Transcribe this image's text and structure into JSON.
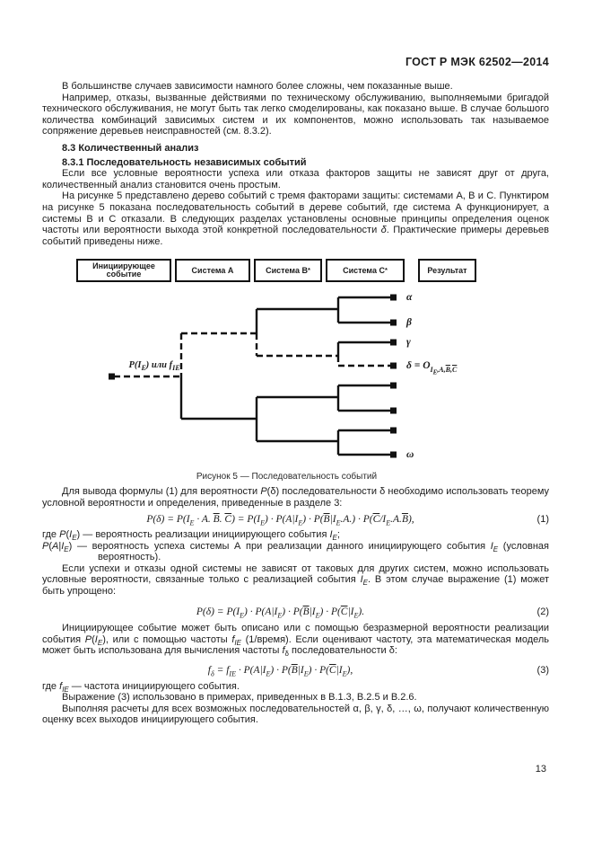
{
  "doc": {
    "header": "ГОСТ Р МЭК  62502—2014",
    "page_number": "13"
  },
  "body": {
    "p1": "В большинстве случаев зависимости намного более сложны, чем показанные выше.",
    "p2": "Например, отказы, вызванные действиями по техническому обслуживанию, выполняемыми бригадой технического обслуживания, не могут быть так легко смоделированы, как показано выше. В случае большого количества комбинаций зависимых систем и их компонентов, можно использовать так называемое сопряжение деревьев неисправностей (см. 8.3.2).",
    "h_83": "8.3  Количественный анализ",
    "h_831": "8.3.1  Последовательность независимых событий",
    "p3": "Если все условные вероятности успеха или отказа факторов защиты не зависят друг от друга, количественный анализ становится очень простым.",
    "p4": "На рисунке 5 представлено дерево событий с тремя факторами защиты: системами А, В и С. Пунктиром на рисунке 5 показана последовательность событий в дереве событий, где система А функционирует, а системы В и С отказали. В следующих разделах установлены основные принципы определения оценок частоты или вероятности выхода этой конкретной последовательности <i>δ</i>. Практические примеры деревьев событий приведены ниже.",
    "p_intro": "Для вывода формулы (1) для вероятности <i>P</i>(δ) последовательности δ необходимо использовать теорему условной вероятности и определения, приведенные в разделе 3:",
    "formula1": "P(δ) = P(I<sub>E</sub> · A. <span class='ov'>B</span>. <span class='ov'>C</span>) = P(I<sub>E</sub>) · P(A|I<sub>E</sub>) · P(<span class='ov'>B</span>|I<sub>E</sub>.A.) · P(<span class='ov'>C</span>/I<sub>E</sub>.A.<span class='ov'>B</span>),",
    "formula1_num": "(1)",
    "where1": "где <i>P</i>(<i>I<sub>E</sub></i>) — вероятность реализации инициирующего события <i>I<sub>E</sub></i>;",
    "where2": "<i>P</i>(<i>A</i>|<i>I<sub>E</sub></i>) — вероятность успеха системы А при реализации данного инициирующего события <i>I<sub>E</sub></i> (условная вероятность).",
    "p5": "Если успехи и отказы одной системы не зависят от таковых для других систем, можно использовать условные вероятности, связанные только с реализацией события <i>I<sub>E</sub></i>. В этом случае выражение (1) может быть упрощено:",
    "formula2": "P(δ) = P(I<sub>E</sub>) · P(A|I<sub>E</sub>) · P(<span class='ov'>B</span>|I<sub>E</sub>) · P(<span class='ov'>C</span>|I<sub>E</sub>).",
    "formula2_num": "(2)",
    "p6": "Инициирующее событие может быть описано или с помощью безразмерной вероятности реализации события <i>P</i>(<i>I<sub>E</sub></i>), или с помощью частоты <i>f<sub>IE</sub></i> (1/время). Если оценивают частоту, эта математическая модель может быть использована для вычисления частоты <i>f</i><sub>δ</sub>  последовательности δ:",
    "formula3": "f<sub>δ</sub> = f<sub>IE</sub> · P(A|I<sub>E</sub>) · P(<span class='ov'>B</span>|I<sub>E</sub>) · P(<span class='ov'>C</span>|I<sub>E</sub>),",
    "formula3_num": "(3)",
    "where3": "где <i>f<sub>IE</sub></i> — частота инициирующего события.",
    "p7": "Выражение (3) использовано в примерах, приведенных в В.1.3, В.2.5 и В.2.6.",
    "p8": "Выполняя расчеты для всех возможных последовательностей  α,  β,  γ,  δ, …, ω,  получают количественную оценку всех выходов инициирующего события."
  },
  "figure": {
    "columns": [
      "Инициирующее событие",
      "Система А",
      "Система В<sup>*</sup>",
      "Система С<sup>*</sup>",
      "Результат"
    ],
    "init_label": "P(I<sub>E</sub>) или f<sub>IE</sub>",
    "outcome_alpha": "α",
    "outcome_beta": "β",
    "outcome_gamma": "γ",
    "outcome_delta": "δ = O<sub>I<sub>E</sub>,А,<span class='ov'>В</span>,<span class='ov'>С</span></sub>",
    "outcome_omega": "ω",
    "caption": "Рисунок 5 — Последовательность событий"
  }
}
